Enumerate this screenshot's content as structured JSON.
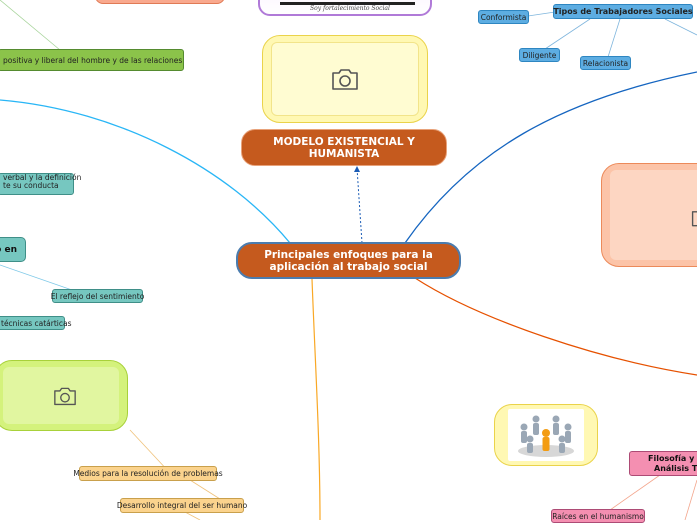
{
  "center": {
    "label": "Principales enfoques para la aplicación al trabajo social"
  },
  "model": {
    "label": "MODELO EXISTENCIAL Y HUMANISTA"
  },
  "logo": {
    "caption": "Soy fortalecimiento Social"
  },
  "left_nodes": {
    "positiva": "positiva y liberal del hombre y de las relaciones",
    "verbal_1": "verbal y la definición",
    "verbal_2": "te su conducta",
    "partial": "o en",
    "reflejo": "El reflejo del sentimiento",
    "tecnicas": "técnicas catárticas"
  },
  "tipos": {
    "title": "Tipos de Trabajadores Sociales",
    "items": [
      "Conformista",
      "Diligente",
      "Relacionista"
    ]
  },
  "filosofia": {
    "title_1": "Filosofía y F",
    "title_2": "Análisis Tr",
    "items": [
      "Raíces en el humanismo"
    ]
  },
  "bottom_nodes": {
    "items": [
      "Medios para la resolución de problemas",
      "Desarrollo integral del ser humano"
    ]
  },
  "icons": [
    "camera-icon"
  ],
  "colors": {
    "main_node": "#c55a1e",
    "edge_blue": "#1565c0",
    "edge_orange": "#e65100",
    "edge_yellow": "#f9a825",
    "edge_lightblue": "#29b6f6"
  }
}
